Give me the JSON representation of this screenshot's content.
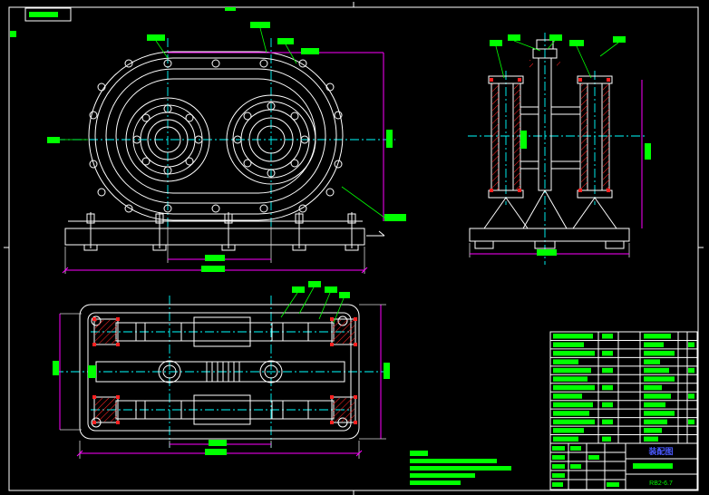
{
  "palette": {
    "background": "#000000",
    "outline": "#ffffff",
    "centerline": "#00ffff",
    "dimension": "#ff00ff",
    "annotation": "#00ff00",
    "hatch": "#ff2020",
    "title_text": "#4a5aff"
  },
  "title_block": {
    "drawing_title": "装配图",
    "drawing_no": "RB2-6.7"
  },
  "bom": {
    "rows": [
      {
        "w1": 44,
        "w2": 12,
        "w3": 30,
        "w4": 0
      },
      {
        "w1": 34,
        "w2": 0,
        "w3": 22,
        "w4": 7
      },
      {
        "w1": 46,
        "w2": 12,
        "w3": 34,
        "w4": 0
      },
      {
        "w1": 28,
        "w2": 0,
        "w3": 18,
        "w4": 0
      },
      {
        "w1": 42,
        "w2": 12,
        "w3": 28,
        "w4": 7
      },
      {
        "w1": 38,
        "w2": 0,
        "w3": 34,
        "w4": 0
      },
      {
        "w1": 46,
        "w2": 12,
        "w3": 20,
        "w4": 0
      },
      {
        "w1": 32,
        "w2": 0,
        "w3": 30,
        "w4": 7
      },
      {
        "w1": 44,
        "w2": 12,
        "w3": 24,
        "w4": 0
      },
      {
        "w1": 40,
        "w2": 0,
        "w3": 34,
        "w4": 0
      },
      {
        "w1": 46,
        "w2": 12,
        "w3": 26,
        "w4": 7
      },
      {
        "w1": 34,
        "w2": 0,
        "w3": 20,
        "w4": 0
      },
      {
        "w1": 28,
        "w2": 10,
        "w3": 16,
        "w4": 0
      }
    ]
  },
  "notes": {
    "heading_width": 20,
    "line_widths": [
      96,
      112,
      72,
      56
    ]
  }
}
